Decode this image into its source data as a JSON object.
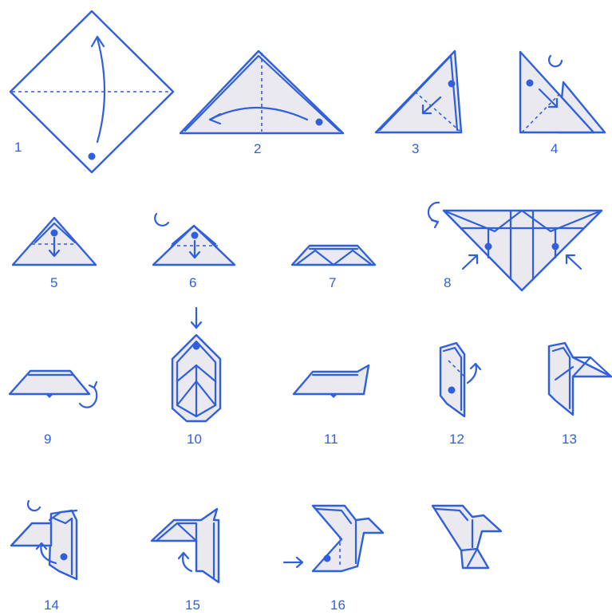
{
  "colors": {
    "ink": "#2f5fdc",
    "paper": "#e9e9ef",
    "background": "#ffffff"
  },
  "steps": [
    {
      "label": "1"
    },
    {
      "label": "2"
    },
    {
      "label": "3"
    },
    {
      "label": "4"
    },
    {
      "label": "5"
    },
    {
      "label": "6"
    },
    {
      "label": "7"
    },
    {
      "label": "8"
    },
    {
      "label": "9"
    },
    {
      "label": "10"
    },
    {
      "label": "11"
    },
    {
      "label": "12"
    },
    {
      "label": "13"
    },
    {
      "label": "14"
    },
    {
      "label": "15"
    },
    {
      "label": "16"
    }
  ]
}
